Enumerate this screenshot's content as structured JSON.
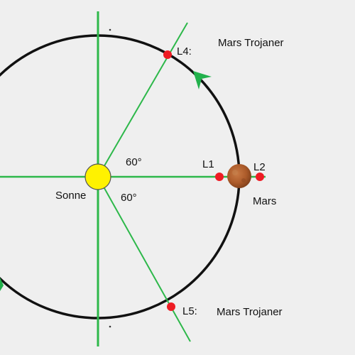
{
  "labels": {
    "l4": "L4:",
    "l5": "L5:",
    "l1": "L1",
    "l2": "L2",
    "angle_upper": "60°",
    "angle_lower": "60°",
    "sun": "Sonne",
    "planet": "Mars",
    "trojans_upper": "Mars Trojaner",
    "trojans_lower": "Mars Trojaner"
  },
  "colors": {
    "background": "#efefef",
    "orbit": "#111111",
    "axis": "#2db84a",
    "sun": "#fff200",
    "mars": "#b5652e",
    "lagrange_point": "#ee1c24",
    "direction_arrow": "#22b14c"
  },
  "icons": {
    "direction": "orbit-direction-arrow-icon"
  }
}
